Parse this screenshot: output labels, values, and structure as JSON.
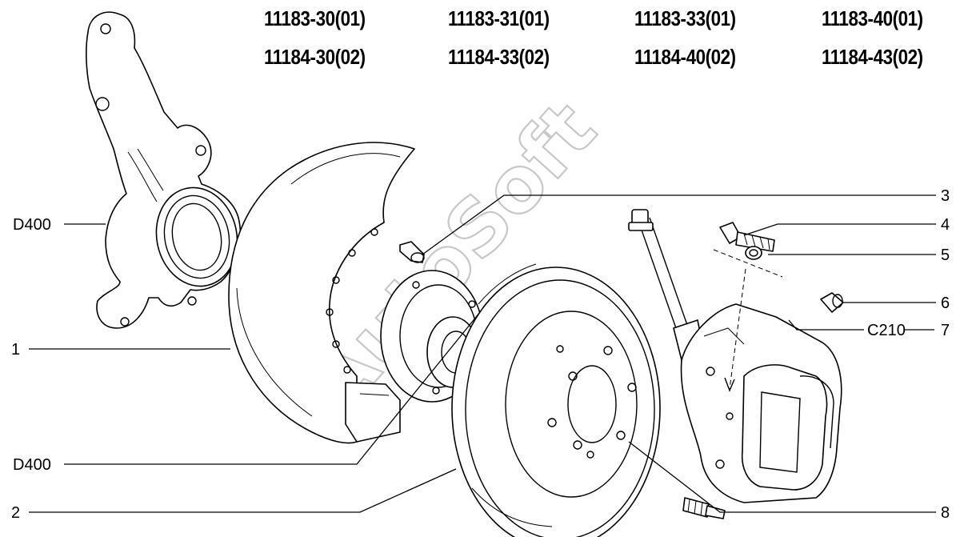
{
  "models": [
    [
      "11183-30(01)",
      "11183-31(01)",
      "11183-33(01)",
      "11183-40(01)"
    ],
    [
      "11184-30(02)",
      "11184-33(02)",
      "11184-40(02)",
      "11184-43(02)"
    ]
  ],
  "callouts": {
    "knuckle": "D400",
    "shield": "1",
    "hub": "D400",
    "disc": "2",
    "screw": "3",
    "bolt": "4",
    "washer": "5",
    "cap": "6",
    "caliper_code": "C210",
    "caliper_num": "7",
    "guide_pin": "8"
  },
  "watermark": "AutoSoft"
}
